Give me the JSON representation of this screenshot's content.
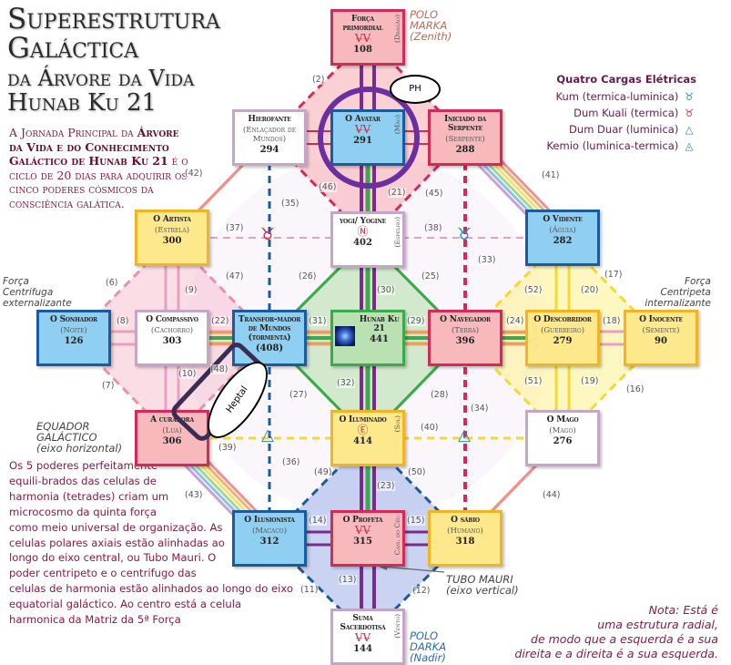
{
  "title": {
    "line1": "Superestrutura",
    "line2": "Galáctica",
    "line3": "da Árvore da Vida",
    "line4": "Hunab Ku 21"
  },
  "intro": {
    "a": "A Jornada Principal da ",
    "b": "Árvore da Vida e do Conhecimento Galáctico de Hunab Ku 21",
    "c": " é o ciclo de 20 dias para adquirir os cinco poderes cósmicos da consciência galática."
  },
  "paragraph": "Os 5 poderes perfeitamente equili-brados das celulas de harmonia (tetrades) criam um microcosmo da quinta força como meio universal de organização. As celulas polares axiais estão alinhadas ao longo do eixo central, ou Tubo Mauri. O poder centripeto e o centrifugo das celulas de harmonia estão alinhados ao longo do eixo equatorial galáctico. Ao centro está a celula harmonica da Matriz da 5ª Força",
  "polo_marka": [
    "POLO",
    "MARKA",
    "(Zenith)"
  ],
  "polo_darka": [
    "POLO",
    "DARKA",
    "(Nadir)"
  ],
  "forca_centrifuga": [
    "Força",
    "Centrifuga",
    "externalizante"
  ],
  "forca_centripeta": [
    "Força",
    "Centripeta",
    "internalizante"
  ],
  "equador": [
    "EQUADOR",
    "GALÁCTICO",
    "(eixo horizontal)"
  ],
  "tubo": [
    "TUBO MAURI",
    "(eixo vertical)"
  ],
  "legend": {
    "title": "Quatro Cargas Elétricas",
    "items": [
      {
        "label": "Kum (termica-luminica)",
        "icon": "kum-icon",
        "glyph": "♉︎"
      },
      {
        "label": "Dum Kuali (termica)",
        "icon": "dum-kuali-icon",
        "glyph": "♉︎"
      },
      {
        "label": "Dum Duar (luminica)",
        "icon": "dum-duar-icon",
        "glyph": "△"
      },
      {
        "label": "Kemio (luminica-termica)",
        "icon": "kemio-icon",
        "glyph": "◬"
      }
    ]
  },
  "nota": [
    "Nota: Está é",
    "uma estrutura radial,",
    "de modo que a esquerda é a sua",
    "direita e a direita é a sua esquerda."
  ],
  "annotations": {
    "ph": "PH",
    "heptal": "Heptal"
  },
  "colors": {
    "pink": "#d42a58",
    "blue": "#1b5a9c",
    "yellow": "#f0b424",
    "green": "#3da94c",
    "lilac": "#c5a6c8",
    "purple_ring": "#6b2fa0",
    "tube": "#7a2a8a"
  },
  "nodes": [
    {
      "id": "forca",
      "name": "Força primordial",
      "glyph": "V̶V̶",
      "num": "108",
      "side": "(Dragão)",
      "style": "pink"
    },
    {
      "id": "hierofante",
      "name": "Hierofante",
      "sub": "(Enlaçador de Mundos)",
      "num": "294",
      "style": "white"
    },
    {
      "id": "avatar",
      "name": "O Avatar",
      "glyph": "V̶V̶",
      "num": "291",
      "side": "(Mão)",
      "style": "blue"
    },
    {
      "id": "iniciado",
      "name": "Iniciado da Serpente",
      "sub": "(Serpente)",
      "num": "288",
      "style": "pink"
    },
    {
      "id": "artista",
      "name": "O Artista",
      "sub": "(Estrela)",
      "num": "300",
      "style": "yellow"
    },
    {
      "id": "yogi",
      "name": "yogi/ Yogine",
      "glyph": "Ⓝ",
      "num": "402",
      "side": "(Espelho)",
      "style": "white"
    },
    {
      "id": "vidente",
      "name": "O Vidente",
      "sub": "(Águia)",
      "num": "282",
      "style": "blue"
    },
    {
      "id": "sonhador",
      "name": "O Sonhador",
      "sub": "(Noite)",
      "num": "126",
      "style": "blue"
    },
    {
      "id": "compassivo",
      "name": "O Compassivo",
      "sub": "(Cachorro)",
      "num": "303",
      "style": "white"
    },
    {
      "id": "transformador",
      "name": "Transfor-mador de Mundos (tormenta)",
      "num": "(408)",
      "style": "blue"
    },
    {
      "id": "hunab",
      "name": "Hunab Ku 21",
      "num": "441",
      "style": "green"
    },
    {
      "id": "navegador",
      "name": "O Navegador",
      "sub": "(Terra)",
      "num": "396",
      "style": "pink"
    },
    {
      "id": "descobridor",
      "name": "O Descobridor",
      "sub": "(Guerreiro)",
      "num": "279",
      "style": "yellow"
    },
    {
      "id": "inocente",
      "name": "O Inocente",
      "sub": "(Semente)",
      "num": "90",
      "style": "yellow"
    },
    {
      "id": "curadora",
      "name": "A curadora",
      "sub": "(Lua)",
      "num": "306",
      "style": "pink"
    },
    {
      "id": "iluminado",
      "name": "O Iluminado",
      "glyph": "Ⓔ",
      "num": "414",
      "side": "(Sol)",
      "style": "yellow"
    },
    {
      "id": "mago",
      "name": "O Mago",
      "sub": "(Mago)",
      "num": "276",
      "style": "white"
    },
    {
      "id": "ilusionista",
      "name": "O Ilusionista",
      "sub": "(Macaco)",
      "num": "312",
      "style": "blue"
    },
    {
      "id": "profeta",
      "name": "O Profeta",
      "glyph": "V̶V̶",
      "num": "315",
      "side": "Cam. do Céu",
      "style": "pink"
    },
    {
      "id": "sabio",
      "name": "O sábio",
      "sub": "(Humano)",
      "num": "318",
      "style": "yellow"
    },
    {
      "id": "suma",
      "name": "Suma Sacerdotisa",
      "glyph": "V̶V̶",
      "num": "144",
      "side": "(Vento)",
      "style": "white"
    }
  ],
  "connection_labels": [
    "(2)",
    "(46)",
    "(21)",
    "(45)",
    "(42)",
    "(41)",
    "(35)",
    "(37)",
    "(38)",
    "(33)",
    "(47)",
    "(26)",
    "(25)",
    "(9)",
    "(6)",
    "(17)",
    "(52)",
    "(20)",
    "(30)",
    "(8)",
    "(22)",
    "(31)",
    "(29)",
    "(24)",
    "(18)",
    "(48)",
    "(10)",
    "(7)",
    "(32)",
    "(27)",
    "(28)",
    "(51)",
    "(19)",
    "(16)",
    "(34)",
    "(39)",
    "(40)",
    "(36)",
    "(49)",
    "(50)",
    "(43)",
    "(23)",
    "(44)",
    "(14)",
    "(15)",
    "(13)",
    "(11)",
    "(12)"
  ]
}
